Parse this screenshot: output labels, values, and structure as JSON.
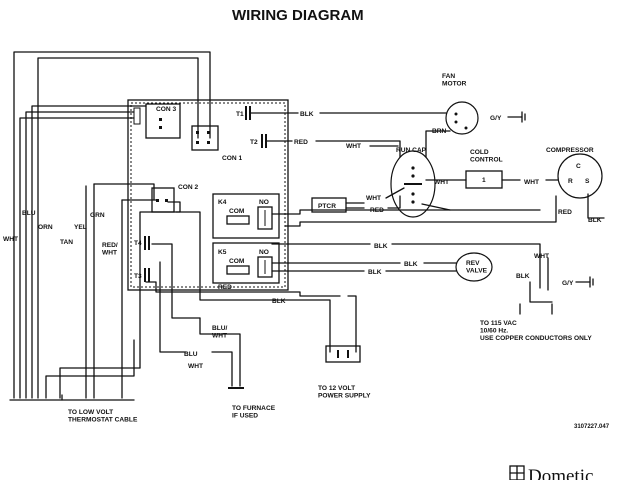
{
  "title": "WIRING DIAGRAM",
  "brand": "Dometic",
  "part_number": "3107227.047",
  "relays": {
    "con1": "CON 1",
    "con2": "CON 2",
    "con3": "CON 3"
  },
  "terminals": {
    "t1": "T1",
    "t2": "T2",
    "t3": "T3",
    "t4": "T4",
    "c": "C",
    "r": "R",
    "s": "S",
    "one": "1"
  },
  "boards": {
    "k4": "K4",
    "k5": "K5",
    "com": "COM",
    "no": "NO"
  },
  "components": {
    "fan_motor": "FAN\nMOTOR",
    "run_cap": "RUN CAP",
    "cold_control": "COLD\nCONTROL",
    "compressor": "COMPRESSOR",
    "ptcr": "PTCR",
    "rev_valve": "REV\nVALVE"
  },
  "wires": {
    "blk": "BLK",
    "red": "RED",
    "wht": "WHT",
    "brn": "BRN",
    "gy": "G/Y",
    "blu": "BLU",
    "orn": "ORN",
    "tan": "TAN",
    "yel": "YEL",
    "grn": "GRN",
    "red_wht": "RED/\nWHT",
    "blu_wht": "BLU/\nWHT"
  },
  "notes": {
    "low_volt": "TO LOW VOLT\nTHERMOSTAT CABLE",
    "furnace": "TO FURNACE\nIF USED",
    "twelve_volt": "TO 12 VOLT\nPOWER SUPPLY",
    "vac": "TO 115 VAC\n10/60 Hz.\nUSE COPPER CONDUCTORS ONLY"
  }
}
